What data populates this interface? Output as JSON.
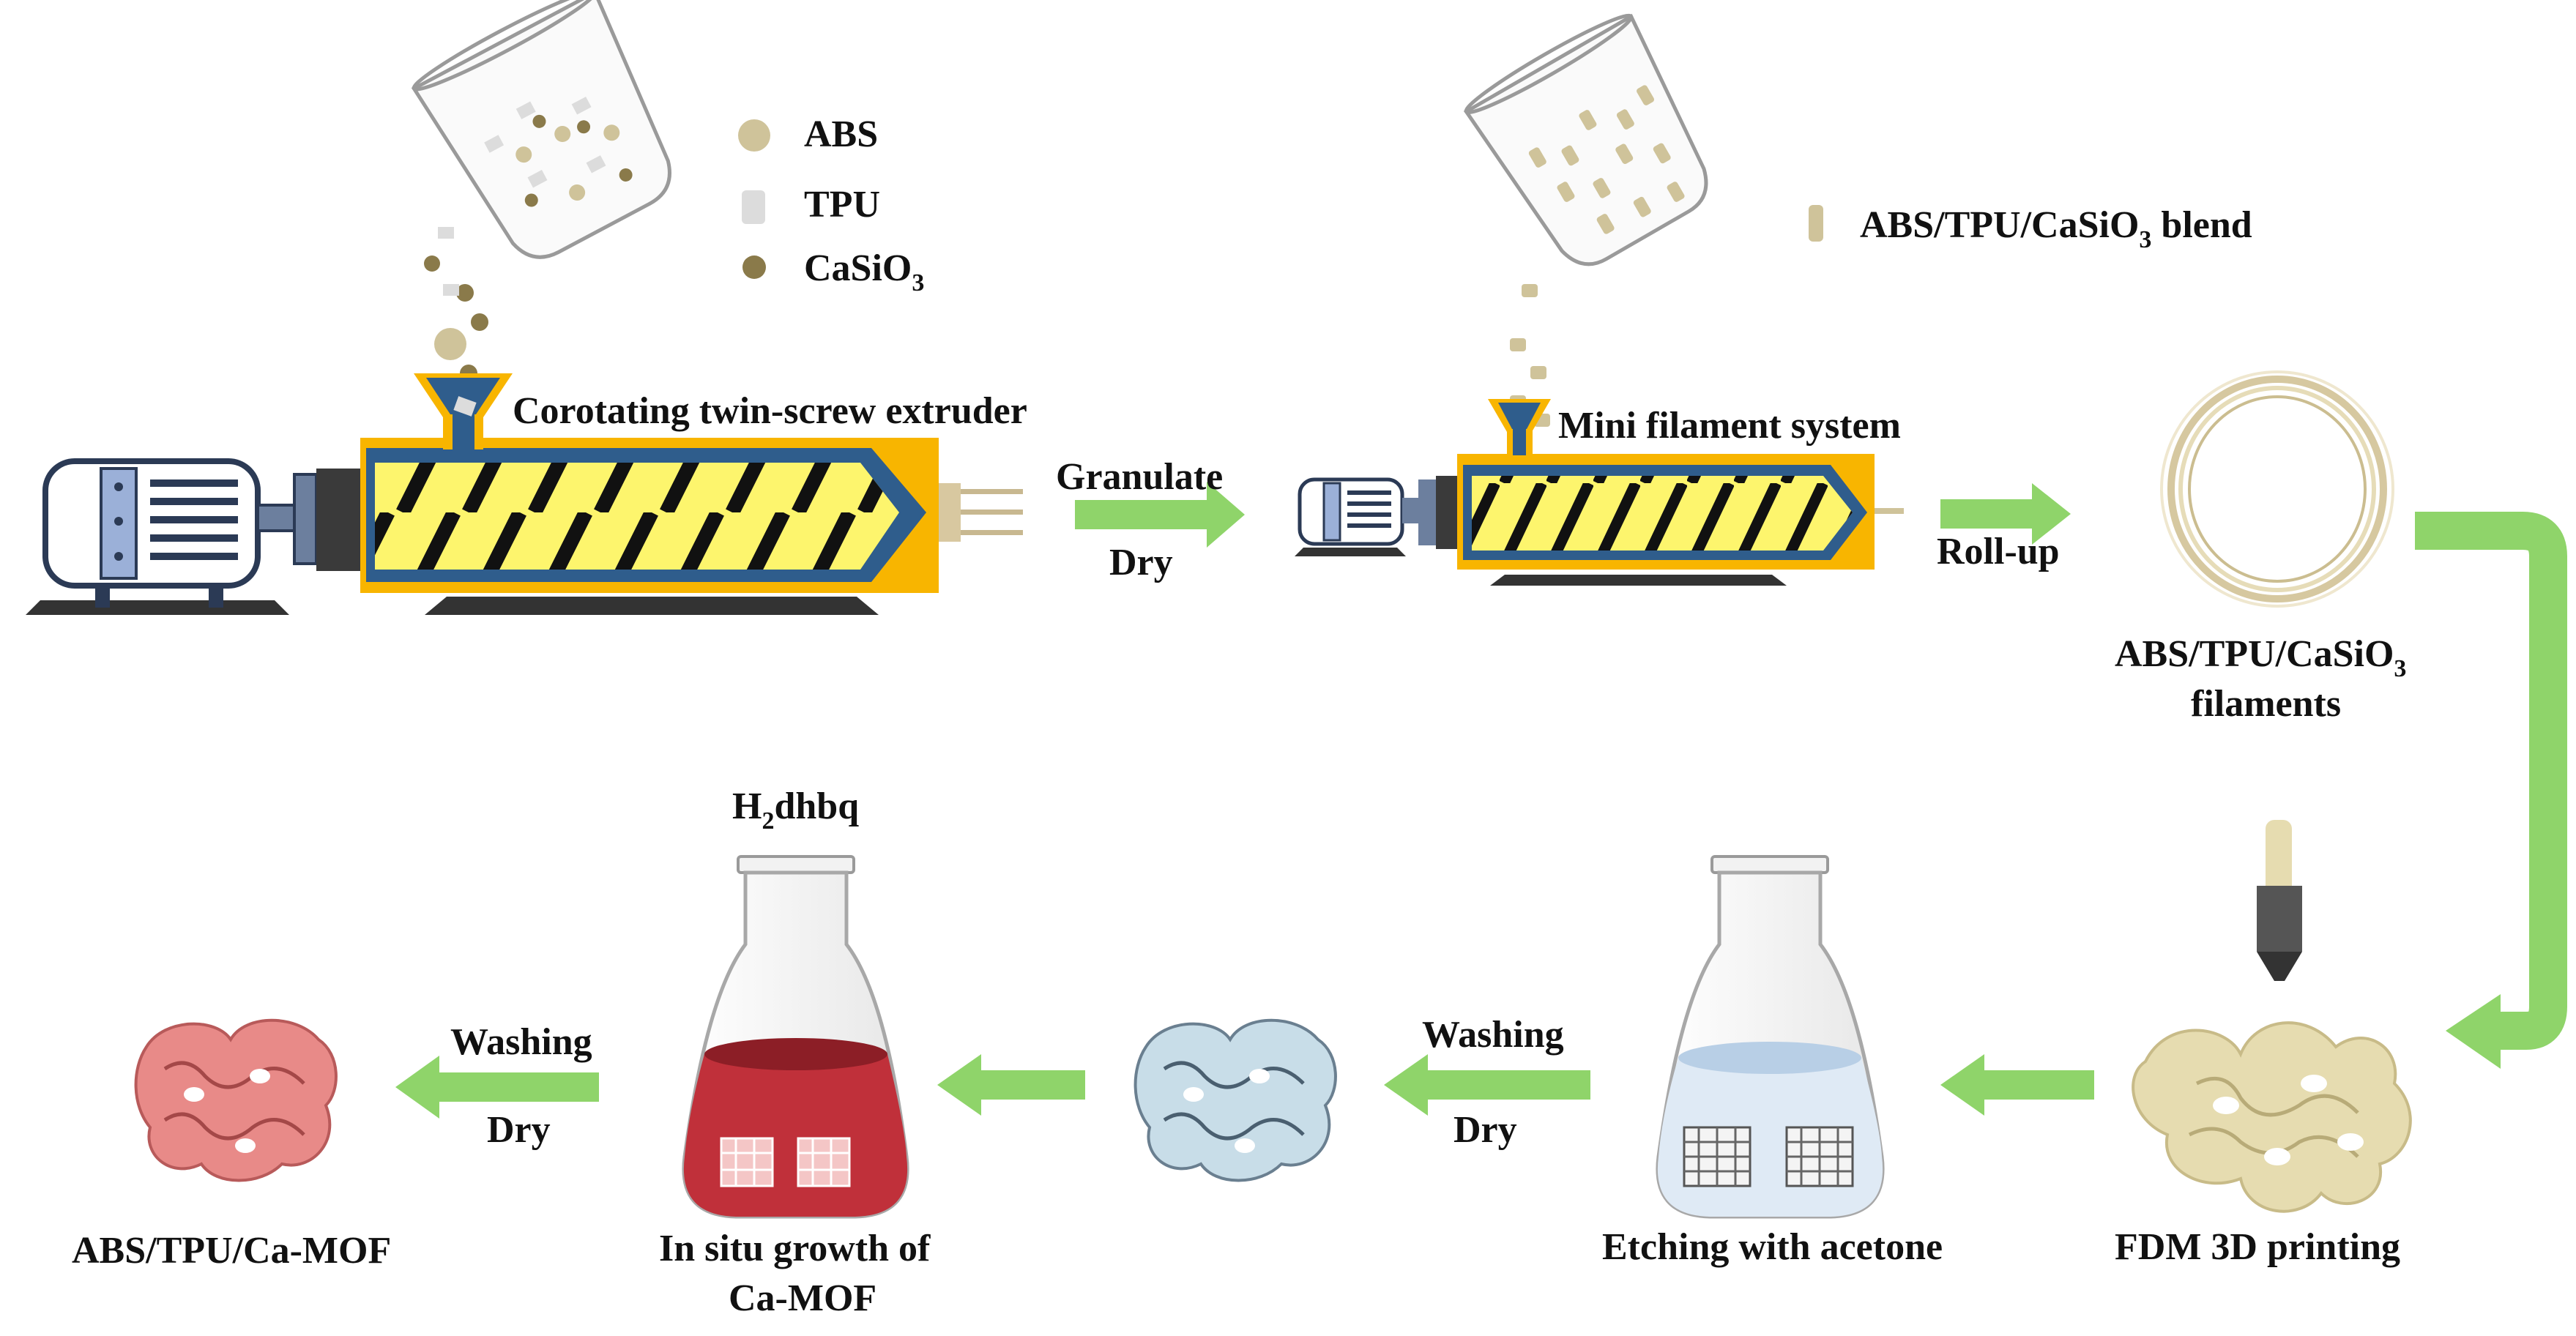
{
  "legend_top_left": {
    "abs": "ABS",
    "tpu": "TPU",
    "casio_main": "CaSiO",
    "casio_sub": "3"
  },
  "legend_top_right": {
    "blend_main": "ABS/TPU/CaSiO",
    "blend_sub": "3",
    "blend_tail": " blend"
  },
  "stage1": {
    "title": "Corotating twin-screw extruder"
  },
  "arrow1": {
    "top": "Granulate",
    "bottom": "Dry"
  },
  "stage2": {
    "title": "Mini  filament system"
  },
  "arrow2": {
    "label": "Roll-up"
  },
  "filaments": {
    "line1_main": "ABS/TPU/CaSiO",
    "line1_sub": "3",
    "line2": "filaments"
  },
  "printing": {
    "label": "FDM 3D printing"
  },
  "etching": {
    "label": "Etching with acetone"
  },
  "arrow_wash1": {
    "top": "Washing",
    "bottom": "Dry"
  },
  "reagent": {
    "main": "H",
    "sub": "2",
    "tail": "dhbq"
  },
  "growth": {
    "line1": "In situ growth of",
    "line2": "Ca-MOF"
  },
  "arrow_wash2": {
    "top": "Washing",
    "bottom": "Dry"
  },
  "product": {
    "label": "ABS/TPU/Ca-MOF"
  },
  "colors": {
    "arrow_green": "#8fd46a",
    "barrel_orange": "#f8b500",
    "barrel_blue": "#2f5d8c",
    "screw_yellow": "#fdf56d",
    "abs_particle": "#cfc39a",
    "tpu_particle": "#dcdcdc",
    "casio_particle": "#8a7a4a",
    "scaffold_cream": "#e6dcb0",
    "scaffold_blue": "#c8dde8",
    "scaffold_pink": "#e88a88",
    "solution_red": "#c0303a",
    "solution_blue": "#b8cfe6"
  }
}
